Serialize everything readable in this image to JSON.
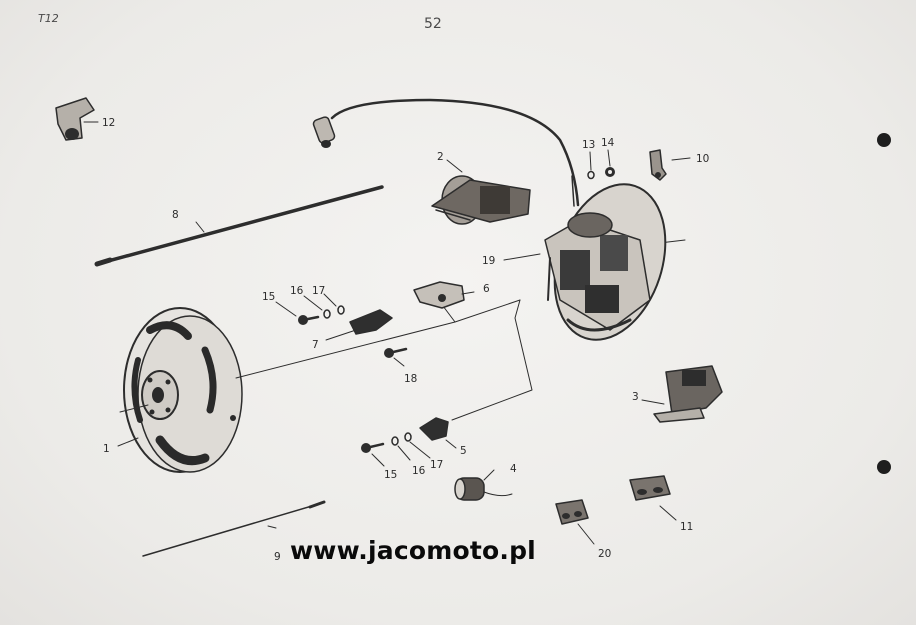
{
  "header": {
    "sheet_code": "T12",
    "page_number": "52"
  },
  "watermark": "www.jacomoto.pl",
  "callouts": {
    "c1": "1",
    "c2": "2",
    "c3": "3",
    "c4": "4",
    "c5": "5",
    "c6": "6",
    "c7": "7",
    "c8": "8",
    "c9": "9",
    "c10": "10",
    "c11": "11",
    "c12": "12",
    "c13": "13",
    "c14": "14",
    "c15a": "15",
    "c15b": "15",
    "c16a": "16",
    "c16b": "16",
    "c17a": "17",
    "c17b": "17",
    "c18": "18",
    "c19": "19",
    "c20": "20"
  },
  "colors": {
    "paper": "#efeeec",
    "ink": "#2d2d2d",
    "watermark": "#0a0a0a"
  }
}
